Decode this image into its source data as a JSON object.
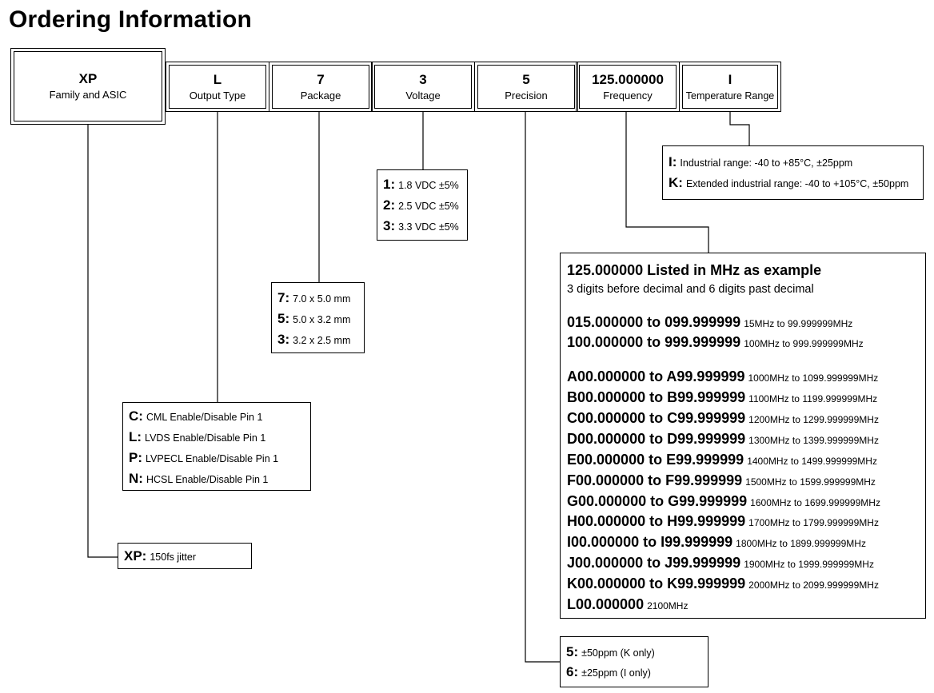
{
  "title": "Ordering Information",
  "header_boxes": [
    {
      "code": "XP",
      "label": "Family and ASIC"
    },
    {
      "code": "L",
      "label": "Output Type"
    },
    {
      "code": "7",
      "label": "Package"
    },
    {
      "code": "3",
      "label": "Voltage"
    },
    {
      "code": "5",
      "label": "Precision"
    },
    {
      "code": "125.000000",
      "label": "Frequency"
    },
    {
      "code": "I",
      "label": "Temperature Range"
    }
  ],
  "temperature": [
    {
      "key": "I:",
      "desc": "Industrial range: -40 to +85°C, ±25ppm"
    },
    {
      "key": "K:",
      "desc": "Extended industrial range: -40 to +105°C, ±50ppm"
    }
  ],
  "voltage": [
    {
      "key": "1:",
      "desc": "1.8 VDC ±5%"
    },
    {
      "key": "2:",
      "desc": "2.5 VDC ±5%"
    },
    {
      "key": "3:",
      "desc": "3.3 VDC ±5%"
    }
  ],
  "package": [
    {
      "key": "7:",
      "desc": "7.0 x 5.0 mm"
    },
    {
      "key": "5:",
      "desc": "5.0 x 3.2 mm"
    },
    {
      "key": "3:",
      "desc": "3.2 x 2.5 mm"
    }
  ],
  "output": [
    {
      "key": "C:",
      "desc": "CML Enable/Disable Pin 1"
    },
    {
      "key": "L:",
      "desc": "LVDS Enable/Disable Pin 1"
    },
    {
      "key": "P:",
      "desc": "LVPECL Enable/Disable Pin 1"
    },
    {
      "key": "N:",
      "desc": "HCSL Enable/Disable Pin 1"
    }
  ],
  "family": [
    {
      "key": "XP:",
      "desc": "150fs jitter"
    }
  ],
  "precision": [
    {
      "key": "5:",
      "desc": "±50ppm (K only)"
    },
    {
      "key": "6:",
      "desc": "±25ppm (I only)"
    }
  ],
  "frequency": {
    "heading": "125.000000 Listed in MHz as example",
    "subheading": "3 digits before decimal and 6 digits past decimal",
    "group1": [
      {
        "range": "015.000000 to 099.999999",
        "desc": "15MHz to 99.999999MHz"
      },
      {
        "range": "100.000000 to 999.999999",
        "desc": "100MHz to 999.999999MHz"
      }
    ],
    "group2": [
      {
        "range": "A00.000000 to A99.999999",
        "desc": "1000MHz to 1099.999999MHz"
      },
      {
        "range": "B00.000000 to B99.999999",
        "desc": "1100MHz to 1199.999999MHz"
      },
      {
        "range": "C00.000000 to C99.999999",
        "desc": "1200MHz to 1299.999999MHz"
      },
      {
        "range": "D00.000000 to D99.999999",
        "desc": "1300MHz to 1399.999999MHz"
      },
      {
        "range": "E00.000000 to E99.999999",
        "desc": "1400MHz to 1499.999999MHz"
      },
      {
        "range": "F00.000000 to F99.999999",
        "desc": "1500MHz to 1599.999999MHz"
      },
      {
        "range": "G00.000000 to G99.999999",
        "desc": "1600MHz to 1699.999999MHz"
      },
      {
        "range": "H00.000000 to H99.999999",
        "desc": "1700MHz to 1799.999999MHz"
      },
      {
        "range": "I00.000000 to I99.999999",
        "desc": "1800MHz to 1899.999999MHz"
      },
      {
        "range": "J00.000000 to J99.999999",
        "desc": "1900MHz to 1999.999999MHz"
      },
      {
        "range": "K00.000000 to K99.999999",
        "desc": "2000MHz to 2099.999999MHz"
      },
      {
        "range": "L00.000000",
        "desc": "2100MHz"
      }
    ]
  }
}
